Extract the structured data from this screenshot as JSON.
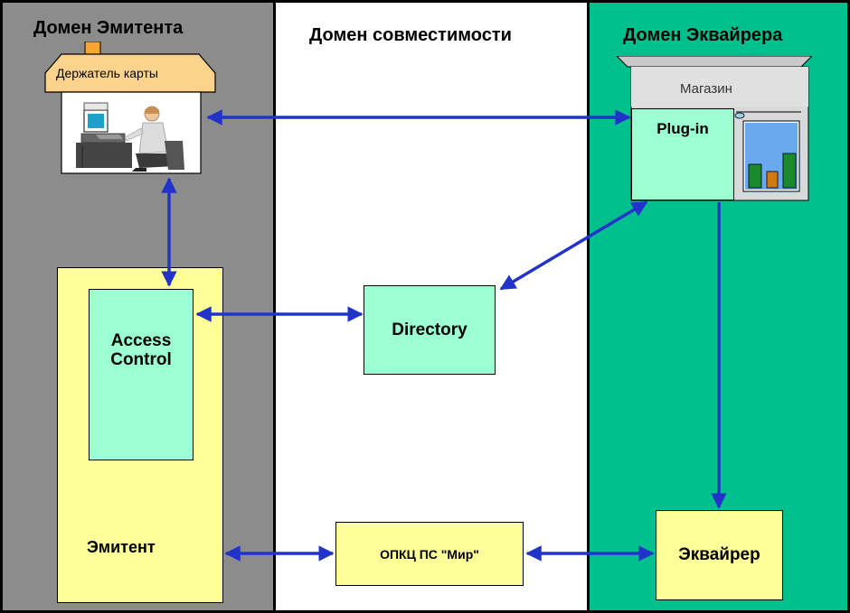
{
  "domains": {
    "issuer": "Домен Эмитента",
    "interop": "Домен совместимости",
    "acquirer": "Домен Эквайрера"
  },
  "cardholder": {
    "label": "Держатель карты"
  },
  "store": {
    "label": "Магазин",
    "plugin_label": "Plug-in"
  },
  "access_control": {
    "label": "Access Control"
  },
  "directory": {
    "label": "Directory"
  },
  "issuer_box": {
    "label": "Эмитент"
  },
  "opkc": {
    "label": "ОПКЦ ПС \"Мир\""
  },
  "acquirer_box": {
    "label": "Эквайрер"
  },
  "colors": {
    "issuer_domain": "#8c8c8c",
    "interop_domain": "#ffffff",
    "acquirer_domain": "#00c18d",
    "box_yellow": "#ffff99",
    "box_mint": "#9cffd2",
    "house_roof": "#fcd38c",
    "arrow": "#2233cc"
  }
}
